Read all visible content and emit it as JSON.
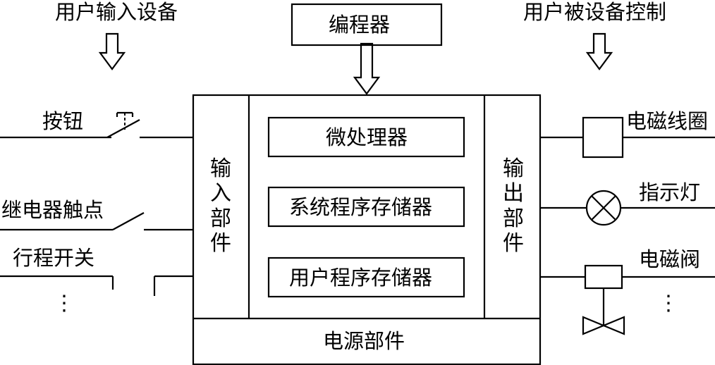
{
  "headers": {
    "input_devices": "用户输入设备",
    "programmer": "编程器",
    "controlled_devices": "用户被设备控制"
  },
  "inputs": {
    "button": "按钮",
    "relay_contact": "继电器触点",
    "travel_switch": "行程开关",
    "more": "⋮"
  },
  "plc": {
    "input_unit": [
      "输",
      "入",
      "部",
      "件"
    ],
    "output_unit": [
      "输",
      "出",
      "部",
      "件"
    ],
    "microprocessor": "微处理器",
    "system_memory": "系统程序存储器",
    "user_memory": "用户程序存储器",
    "power_unit": "电源部件"
  },
  "outputs": {
    "coil": "电磁线圈",
    "indicator": "指示灯",
    "valve": "电磁阀",
    "more": "⋮"
  }
}
